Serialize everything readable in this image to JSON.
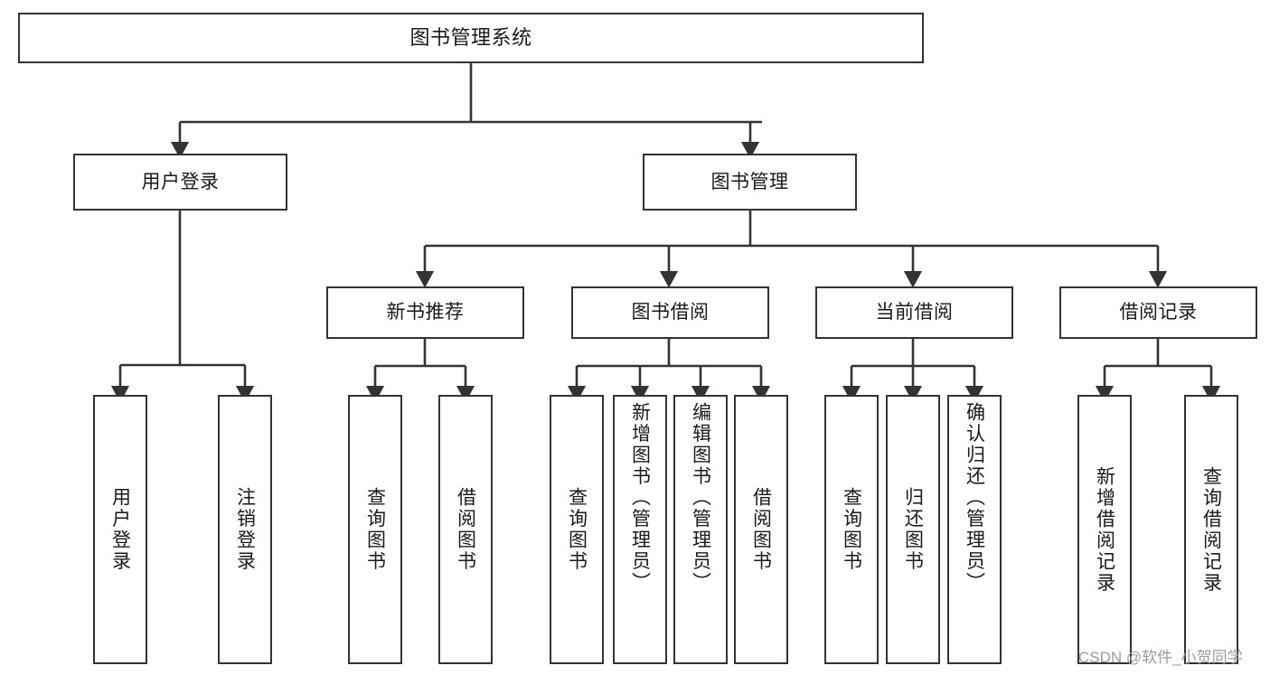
{
  "diagram": {
    "title": "图书管理系统",
    "type": "hierarchical-tree",
    "watermark": "CSDN @软件_小贺同学",
    "colors": {
      "box_border": "#333333",
      "box_fill": "#ffffff",
      "edge": "#333333",
      "text": "#1a1a1a",
      "watermark": "#9b9b9b",
      "background": "#ffffff"
    },
    "root": {
      "label": "图书管理系统"
    },
    "level2": [
      {
        "label": "用户登录"
      },
      {
        "label": "图书管理"
      }
    ],
    "level3": [
      {
        "label": "新书推荐"
      },
      {
        "label": "图书借阅"
      },
      {
        "label": "当前借阅"
      },
      {
        "label": "借阅记录"
      }
    ],
    "leaves": {
      "user_login": [
        {
          "label": "用户登录"
        },
        {
          "label": "注销登录"
        }
      ],
      "new_book_recommend": [
        {
          "label": "查询图书"
        },
        {
          "label": "借阅图书"
        }
      ],
      "book_borrow": [
        {
          "label": "查询图书"
        },
        {
          "label": "新增图书（管理员）"
        },
        {
          "label": "编辑图书（管理员）"
        },
        {
          "label": "借阅图书"
        }
      ],
      "current_borrow": [
        {
          "label": "查询图书"
        },
        {
          "label": "归还图书"
        },
        {
          "label": "确认归还（管理员）"
        }
      ],
      "borrow_record": [
        {
          "label": "新增借阅记录"
        },
        {
          "label": "查询借阅记录"
        }
      ]
    }
  }
}
